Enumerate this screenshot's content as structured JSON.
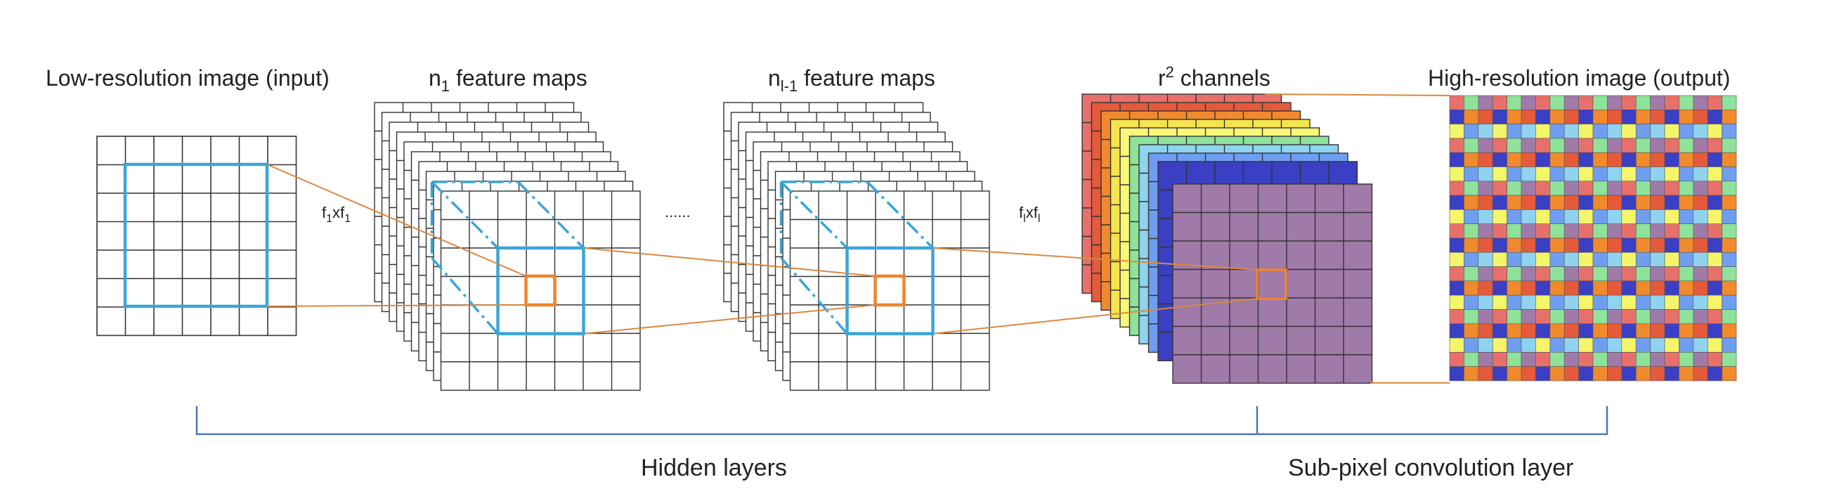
{
  "labels": {
    "low_res_title": "Low-resolution image (input)",
    "n1_main": "n",
    "n1_sub": "1",
    "n1_rest": " feature maps",
    "nl1_main": "n",
    "nl1_sub": "l-1",
    "nl1_rest": " feature maps",
    "r2_main": "r",
    "r2_sup": "2",
    "r2_rest": " channels",
    "high_res_title": "High-resolution image (output)",
    "f1_a": "f",
    "f1_a_sub": "1",
    "f1_x": "xf",
    "f1_b_sub": "1",
    "fl_a": "f",
    "fl_a_sub": "l",
    "fl_x": "xf",
    "fl_b_sub": "l",
    "ellipsis": "......",
    "hidden_layers": "Hidden layers",
    "subpixel_layer": "Sub-pixel convolution layer"
  },
  "colors": {
    "grid_line": "#333333",
    "kernel_blue": "#3aa5d8",
    "patch_orange": "#f0842c",
    "connector_orange": "#d9893f",
    "bracket_blue": "#4f73b8",
    "purple_map": "#a07aa8",
    "channel_stack": [
      "#e8706b",
      "#e45a3a",
      "#f08a2c",
      "#f5e44e",
      "#f7f77a",
      "#8ee29a",
      "#8fd3ef",
      "#6f9ef0",
      "#3b3fc4"
    ],
    "output_palette": [
      "#e8706b",
      "#3b3fc4",
      "#f5f56a",
      "#8ee29a",
      "#f08a2c",
      "#6f9ef0",
      "#a07aa8",
      "#e45a3a",
      "#8fd3ef"
    ]
  }
}
